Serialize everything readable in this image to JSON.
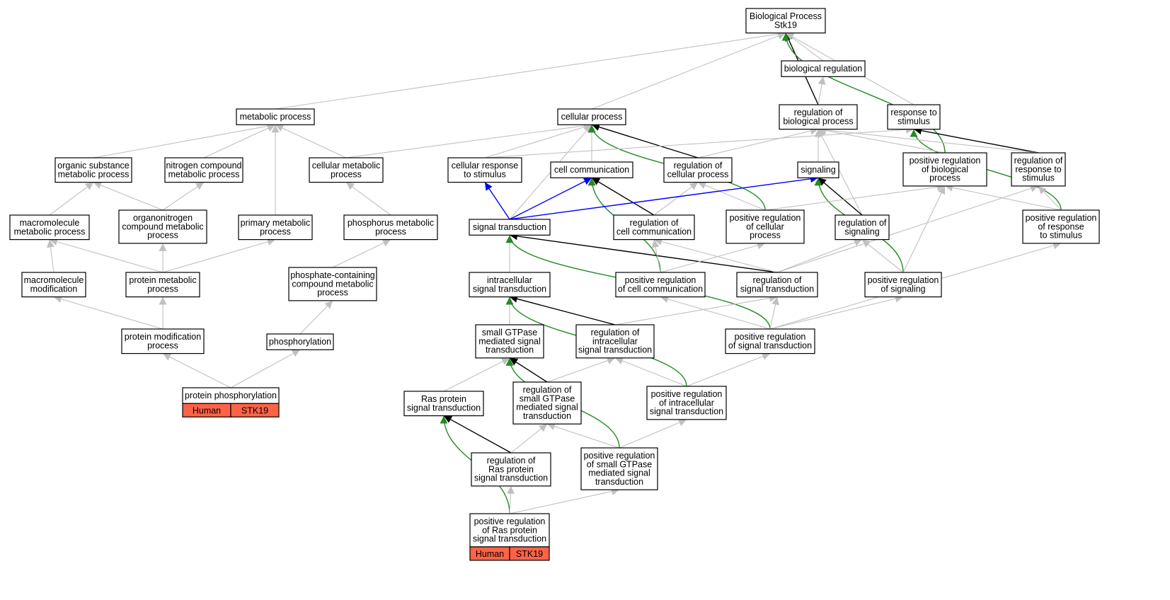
{
  "graph": {
    "nodes": [
      {
        "id": "bp",
        "lines": [
          "Biological Process",
          "Stk19"
        ]
      },
      {
        "id": "biolreg",
        "lines": [
          "biological regulation"
        ]
      },
      {
        "id": "metab",
        "lines": [
          "metabolic process"
        ]
      },
      {
        "id": "cellproc",
        "lines": [
          "cellular process"
        ]
      },
      {
        "id": "regbio",
        "lines": [
          "regulation of",
          "biological process"
        ]
      },
      {
        "id": "resp",
        "lines": [
          "response to",
          "stimulus"
        ]
      },
      {
        "id": "orgsub",
        "lines": [
          "organic substance",
          "metabolic process"
        ]
      },
      {
        "id": "nitro",
        "lines": [
          "nitrogen compound",
          "metabolic process"
        ]
      },
      {
        "id": "cellmetab",
        "lines": [
          "cellular metabolic",
          "process"
        ]
      },
      {
        "id": "cellresp",
        "lines": [
          "cellular response",
          "to stimulus"
        ]
      },
      {
        "id": "cellcomm",
        "lines": [
          "cell communication"
        ]
      },
      {
        "id": "regcell",
        "lines": [
          "regulation of",
          "cellular process"
        ]
      },
      {
        "id": "signaling",
        "lines": [
          "signaling"
        ]
      },
      {
        "id": "posregbio",
        "lines": [
          "positive regulation",
          "of biological",
          "process"
        ]
      },
      {
        "id": "regresp",
        "lines": [
          "regulation of",
          "response to",
          "stimulus"
        ]
      },
      {
        "id": "macrometab",
        "lines": [
          "macromolecule",
          "metabolic process"
        ]
      },
      {
        "id": "organonitro",
        "lines": [
          "organonitrogen",
          "compound metabolic",
          "process"
        ]
      },
      {
        "id": "primmetab",
        "lines": [
          "primary metabolic",
          "process"
        ]
      },
      {
        "id": "phosmetab",
        "lines": [
          "phosphorus metabolic",
          "process"
        ]
      },
      {
        "id": "sigtrans",
        "lines": [
          "signal transduction"
        ]
      },
      {
        "id": "regcellcomm",
        "lines": [
          "regulation of",
          "cell communication"
        ]
      },
      {
        "id": "posregcell",
        "lines": [
          "positive regulation",
          "of cellular",
          "process"
        ]
      },
      {
        "id": "regsig",
        "lines": [
          "regulation of",
          "signaling"
        ]
      },
      {
        "id": "posregresp",
        "lines": [
          "positive regulation",
          "of response",
          "to stimulus"
        ]
      },
      {
        "id": "macromod",
        "lines": [
          "macromolecule",
          "modification"
        ]
      },
      {
        "id": "protmetab",
        "lines": [
          "protein metabolic",
          "process"
        ]
      },
      {
        "id": "phoscomp",
        "lines": [
          "phosphate-containing",
          "compound metabolic",
          "process"
        ]
      },
      {
        "id": "intrasig",
        "lines": [
          "intracellular",
          "signal transduction"
        ]
      },
      {
        "id": "posregcellcomm",
        "lines": [
          "positive regulation",
          "of cell communication"
        ]
      },
      {
        "id": "regsigtrans",
        "lines": [
          "regulation of",
          "signal transduction"
        ]
      },
      {
        "id": "posregsig",
        "lines": [
          "positive regulation",
          "of signaling"
        ]
      },
      {
        "id": "protmod",
        "lines": [
          "protein modification",
          "process"
        ]
      },
      {
        "id": "phosphoryl",
        "lines": [
          "phosphorylation"
        ]
      },
      {
        "id": "smallgtp",
        "lines": [
          "small GTPase",
          "mediated signal",
          "transduction"
        ]
      },
      {
        "id": "regintra",
        "lines": [
          "regulation of",
          "intracellular",
          "signal transduction"
        ]
      },
      {
        "id": "posregsigtrans",
        "lines": [
          "positive regulation",
          "of signal transduction"
        ]
      },
      {
        "id": "protphos",
        "lines": [
          "protein phosphorylation"
        ],
        "tags": [
          "Human",
          "STK19"
        ]
      },
      {
        "id": "ras",
        "lines": [
          "Ras protein",
          "signal transduction"
        ]
      },
      {
        "id": "regsmall",
        "lines": [
          "regulation of",
          "small GTPase",
          "mediated signal",
          "transduction"
        ]
      },
      {
        "id": "posregintra",
        "lines": [
          "positive regulation",
          "of intracellular",
          "signal transduction"
        ]
      },
      {
        "id": "regras",
        "lines": [
          "regulation of",
          "Ras protein",
          "signal transduction"
        ]
      },
      {
        "id": "posregsmall",
        "lines": [
          "positive regulation",
          "of small GTPase",
          "mediated signal",
          "transduction"
        ]
      },
      {
        "id": "posregras",
        "lines": [
          "positive regulation",
          "of Ras protein",
          "signal transduction"
        ],
        "tags": [
          "Human",
          "STK19"
        ]
      }
    ],
    "edge_colors": {
      "is_a": "#c0c0c0",
      "regulates": "#000000",
      "positively_regulates": "#228b22",
      "part_of": "#0000ff"
    },
    "tag_fill": "#ff6347",
    "edges": [
      {
        "from": "biolreg",
        "to": "bp",
        "type": "is_a"
      },
      {
        "from": "metab",
        "to": "bp",
        "type": "is_a"
      },
      {
        "from": "cellproc",
        "to": "bp",
        "type": "is_a"
      },
      {
        "from": "regbio",
        "to": "bp",
        "type": "regulates"
      },
      {
        "from": "resp",
        "to": "bp",
        "type": "is_a"
      },
      {
        "from": "posregbio",
        "to": "bp",
        "type": "positively_regulates"
      },
      {
        "from": "regbio",
        "to": "biolreg",
        "type": "is_a"
      },
      {
        "from": "orgsub",
        "to": "metab",
        "type": "is_a"
      },
      {
        "from": "nitro",
        "to": "metab",
        "type": "is_a"
      },
      {
        "from": "cellmetab",
        "to": "metab",
        "type": "is_a"
      },
      {
        "from": "primmetab",
        "to": "metab",
        "type": "is_a"
      },
      {
        "from": "cellmetab",
        "to": "cellproc",
        "type": "is_a"
      },
      {
        "from": "cellresp",
        "to": "cellproc",
        "type": "is_a"
      },
      {
        "from": "cellcomm",
        "to": "cellproc",
        "type": "is_a"
      },
      {
        "from": "regcell",
        "to": "cellproc",
        "type": "regulates"
      },
      {
        "from": "sigtrans",
        "to": "cellproc",
        "type": "is_a"
      },
      {
        "from": "posregcell",
        "to": "cellproc",
        "type": "positively_regulates"
      },
      {
        "from": "cellresp",
        "to": "resp",
        "type": "is_a"
      },
      {
        "from": "regresp",
        "to": "resp",
        "type": "regulates"
      },
      {
        "from": "posregresp",
        "to": "resp",
        "type": "positively_regulates"
      },
      {
        "from": "regcell",
        "to": "regbio",
        "type": "is_a"
      },
      {
        "from": "posregbio",
        "to": "regbio",
        "type": "is_a"
      },
      {
        "from": "regresp",
        "to": "regbio",
        "type": "is_a"
      },
      {
        "from": "regsig",
        "to": "regbio",
        "type": "is_a"
      },
      {
        "from": "signaling",
        "to": "regbio",
        "type": "is_a"
      },
      {
        "from": "macrometab",
        "to": "orgsub",
        "type": "is_a"
      },
      {
        "from": "organonitro",
        "to": "orgsub",
        "type": "is_a"
      },
      {
        "from": "organonitro",
        "to": "nitro",
        "type": "is_a"
      },
      {
        "from": "phosmetab",
        "to": "cellmetab",
        "type": "is_a"
      },
      {
        "from": "sigtrans",
        "to": "cellresp",
        "type": "part_of"
      },
      {
        "from": "sigtrans",
        "to": "cellcomm",
        "type": "part_of"
      },
      {
        "from": "regcellcomm",
        "to": "cellcomm",
        "type": "regulates"
      },
      {
        "from": "posregcellcomm",
        "to": "cellcomm",
        "type": "positively_regulates"
      },
      {
        "from": "regcellcomm",
        "to": "regcell",
        "type": "is_a"
      },
      {
        "from": "posregcell",
        "to": "regcell",
        "type": "is_a"
      },
      {
        "from": "sigtrans",
        "to": "signaling",
        "type": "part_of"
      },
      {
        "from": "regsig",
        "to": "signaling",
        "type": "regulates"
      },
      {
        "from": "posregsig",
        "to": "signaling",
        "type": "positively_regulates"
      },
      {
        "from": "posregcell",
        "to": "posregbio",
        "type": "is_a"
      },
      {
        "from": "posregresp",
        "to": "posregbio",
        "type": "is_a"
      },
      {
        "from": "posregsig",
        "to": "posregbio",
        "type": "is_a"
      },
      {
        "from": "posregresp",
        "to": "regresp",
        "type": "is_a"
      },
      {
        "from": "regsigtrans",
        "to": "regresp",
        "type": "is_a"
      },
      {
        "from": "macromod",
        "to": "macrometab",
        "type": "is_a"
      },
      {
        "from": "protmetab",
        "to": "macrometab",
        "type": "is_a"
      },
      {
        "from": "protmetab",
        "to": "organonitro",
        "type": "is_a"
      },
      {
        "from": "protmetab",
        "to": "primmetab",
        "type": "is_a"
      },
      {
        "from": "phoscomp",
        "to": "phosmetab",
        "type": "is_a"
      },
      {
        "from": "intrasig",
        "to": "sigtrans",
        "type": "is_a"
      },
      {
        "from": "regsigtrans",
        "to": "sigtrans",
        "type": "regulates"
      },
      {
        "from": "posregsigtrans",
        "to": "sigtrans",
        "type": "positively_regulates"
      },
      {
        "from": "posregcellcomm",
        "to": "regcellcomm",
        "type": "is_a"
      },
      {
        "from": "regsigtrans",
        "to": "regcellcomm",
        "type": "is_a"
      },
      {
        "from": "posregcellcomm",
        "to": "posregcell",
        "type": "is_a"
      },
      {
        "from": "regsigtrans",
        "to": "regsig",
        "type": "is_a"
      },
      {
        "from": "posregsig",
        "to": "regsig",
        "type": "is_a"
      },
      {
        "from": "posregsigtrans",
        "to": "posregresp",
        "type": "is_a"
      },
      {
        "from": "protmod",
        "to": "macromod",
        "type": "is_a"
      },
      {
        "from": "protmod",
        "to": "protmetab",
        "type": "is_a"
      },
      {
        "from": "phosphoryl",
        "to": "phoscomp",
        "type": "is_a"
      },
      {
        "from": "smallgtp",
        "to": "intrasig",
        "type": "is_a"
      },
      {
        "from": "regintra",
        "to": "intrasig",
        "type": "regulates"
      },
      {
        "from": "posregintra",
        "to": "intrasig",
        "type": "positively_regulates"
      },
      {
        "from": "posregsigtrans",
        "to": "posregcellcomm",
        "type": "is_a"
      },
      {
        "from": "regintra",
        "to": "regsigtrans",
        "type": "is_a"
      },
      {
        "from": "posregsigtrans",
        "to": "regsigtrans",
        "type": "is_a"
      },
      {
        "from": "posregsigtrans",
        "to": "posregsig",
        "type": "is_a"
      },
      {
        "from": "protphos",
        "to": "protmod",
        "type": "is_a"
      },
      {
        "from": "protphos",
        "to": "phosphoryl",
        "type": "is_a"
      },
      {
        "from": "ras",
        "to": "smallgtp",
        "type": "is_a"
      },
      {
        "from": "regsmall",
        "to": "smallgtp",
        "type": "regulates"
      },
      {
        "from": "posregsmall",
        "to": "smallgtp",
        "type": "positively_regulates"
      },
      {
        "from": "regsmall",
        "to": "regintra",
        "type": "is_a"
      },
      {
        "from": "posregintra",
        "to": "regintra",
        "type": "is_a"
      },
      {
        "from": "posregintra",
        "to": "posregsigtrans",
        "type": "is_a"
      },
      {
        "from": "regras",
        "to": "ras",
        "type": "regulates"
      },
      {
        "from": "posregras",
        "to": "ras",
        "type": "positively_regulates"
      },
      {
        "from": "regras",
        "to": "regsmall",
        "type": "is_a"
      },
      {
        "from": "posregsmall",
        "to": "regsmall",
        "type": "is_a"
      },
      {
        "from": "posregsmall",
        "to": "posregintra",
        "type": "is_a"
      },
      {
        "from": "posregras",
        "to": "regras",
        "type": "is_a"
      },
      {
        "from": "posregras",
        "to": "posregsmall",
        "type": "is_a"
      }
    ]
  }
}
